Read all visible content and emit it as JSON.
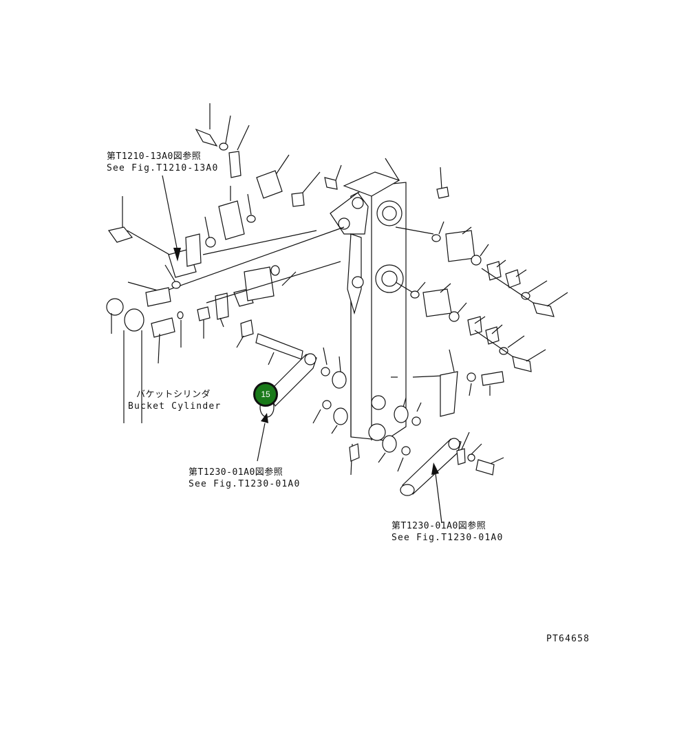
{
  "labels": {
    "ref_top_jp": "第T1210-13A0図参照",
    "ref_top_en": "See Fig.T1210-13A0",
    "bucket_jp": "バケットシリンダ",
    "bucket_en": "Bucket Cylinder",
    "ref_mid_jp": "第T1230-01A0図参照",
    "ref_mid_en": "See Fig.T1230-01A0",
    "ref_right_jp": "第T1230-01A0図参照",
    "ref_right_en": "See Fig.T1230-01A0",
    "drawing_number": "PT64658"
  },
  "callouts": [
    {
      "label": "15",
      "color": "#1a7a1a"
    }
  ]
}
